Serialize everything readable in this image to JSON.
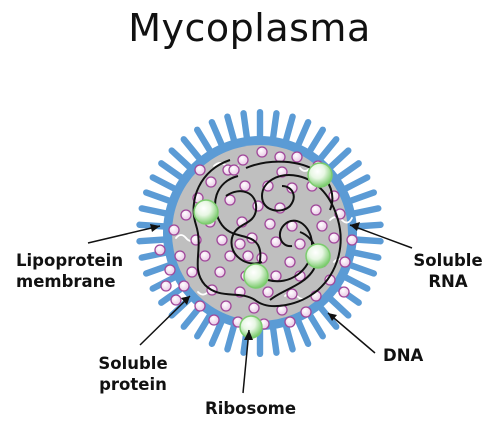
{
  "title": "Mycoplasma",
  "labels": {
    "lipoprotein_membrane": [
      "Lipoprotein",
      "membrane"
    ],
    "soluble_rna": [
      "Soluble",
      "RNA"
    ],
    "dna": "DNA",
    "soluble_protein": [
      "Soluble",
      "protein"
    ],
    "ribosome": "Ribosome"
  },
  "colors": {
    "membrane": "#5b9bd5",
    "cytoplasm": "#bfbfbf",
    "protein_fill": "#f3dcf0",
    "protein_stroke": "#a0479a",
    "ribosome": "#7ccc6e",
    "dna": "#111111",
    "rna": "#ffffff"
  }
}
